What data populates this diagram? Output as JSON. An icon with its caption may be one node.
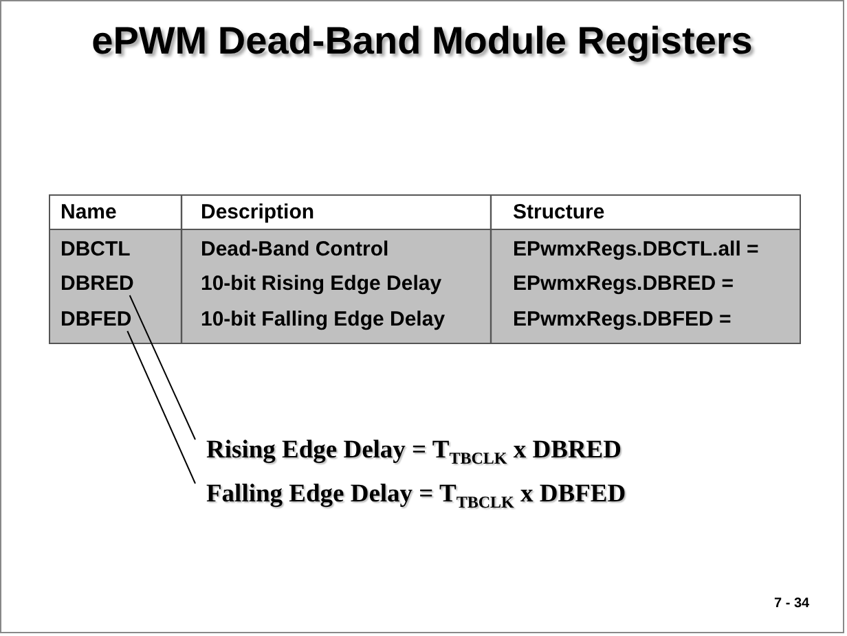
{
  "diagram": {
    "title": "ePWM Dead-Band Module Registers",
    "nodes": [
      {
        "text": [
          "DBRED"
        ]
      },
      {
        "text": [
          "DBFED"
        ]
      },
      {
        "text": [
          "Rising Edge Delay = T$_{TBCLK}$ x DBRED"
        ]
      },
      {
        "text": [
          "Falling Edge Delay = T$_{TBCLK}$ x DBFED"
        ]
      }
    ],
    "edges": [
      {
        "from": 0,
        "to": 2,
        "arrow": "none"
      },
      {
        "from": 1,
        "to": 3,
        "arrow": "none"
      }
    ],
    "labels": [
      "Name",
      "Description",
      "Structure",
      "DBCTL",
      "Dead-Band Control",
      "EPwmxRegs.DBCTL.all =",
      "10-bit Rising Edge Delay",
      "EPwmxRegs.DBRED =",
      "10-bit Falling Edge Delay",
      "EPwmxRegs.DBFED =",
      "7 - 34"
    ]
  }
}
